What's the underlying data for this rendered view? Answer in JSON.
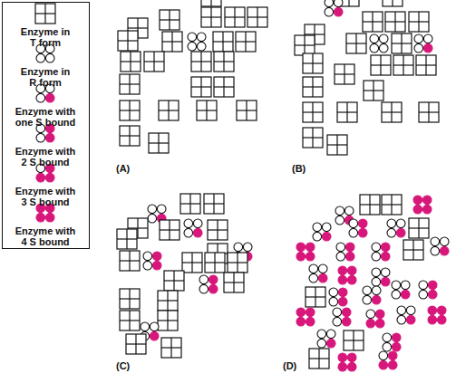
{
  "diagram": {
    "labels": [
      "(A)",
      "(B)",
      "(C)",
      "(D)"
    ],
    "legend": [
      {
        "text": "Enzyme in T form"
      },
      {
        "text": "Enzyme in R form"
      },
      {
        "text": "Enzyme with one S bound"
      },
      {
        "text": "Enzyme with 2 S bound"
      },
      {
        "text": "Enzyme with 3 S bound"
      },
      {
        "text": "Enzyme with 4 S bound"
      }
    ]
  }
}
